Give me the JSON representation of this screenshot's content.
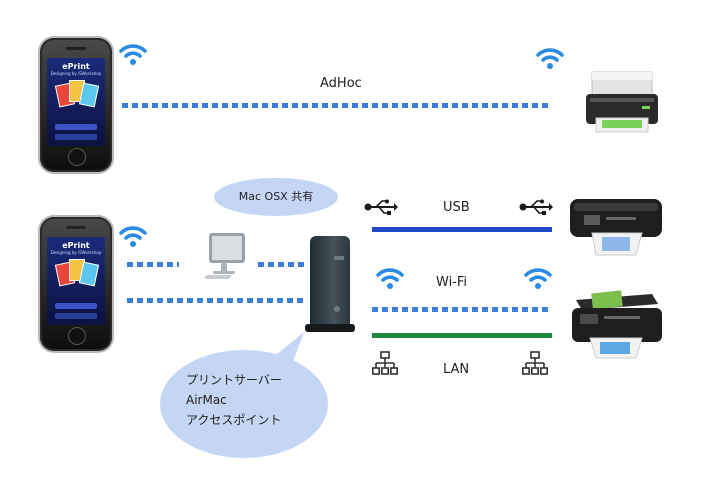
{
  "labels": {
    "adhoc": "AdHoc",
    "usb": "USB",
    "wifi": "Wi-Fi",
    "lan": "LAN",
    "mac_sharing": "Mac OSX 共有",
    "print_server": [
      "プリントサーバー",
      "AirMac",
      "アクセスポイント"
    ]
  },
  "phone": {
    "app_name": "ePrint",
    "app_sub": "Designing by iSWorkshop"
  },
  "colors": {
    "link_dotted": "#3d7fd8",
    "usb_line": "#1f49c9",
    "lan_line": "#1b8a3e",
    "wifi_icon": "#2b8ae2",
    "bubble": "#c4d6f4"
  },
  "icons": {
    "wifi": "wifi-icon",
    "usb": "usb-icon",
    "lan": "lan-network-icon"
  }
}
